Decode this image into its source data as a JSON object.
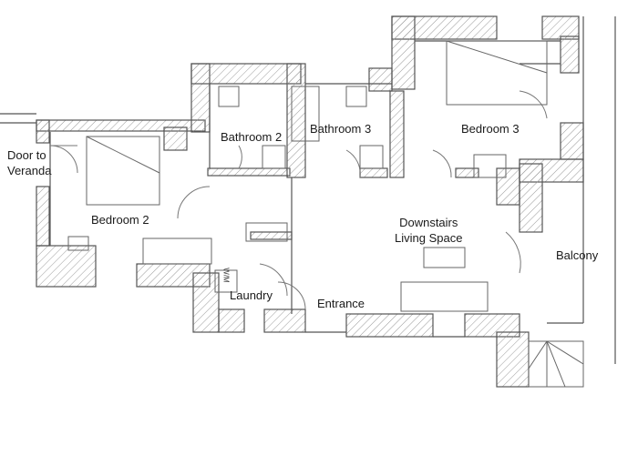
{
  "plan": {
    "rooms": {
      "door_to_veranda": [
        "Door to",
        "Veranda"
      ],
      "bedroom2": "Bedroom 2",
      "bathroom2": "Bathroom 2",
      "bathroom3": "Bathroom 3",
      "bedroom3": "Bedroom 3",
      "downstairs_living": [
        "Downstairs",
        "Living Space"
      ],
      "balcony": "Balcony",
      "laundry": "Laundry",
      "entrance": "Entrance"
    },
    "appliance_label": "W/M",
    "colors": {
      "ink": "#555555",
      "hatch": "#9a9a9a",
      "paper": "#ffffff"
    }
  }
}
